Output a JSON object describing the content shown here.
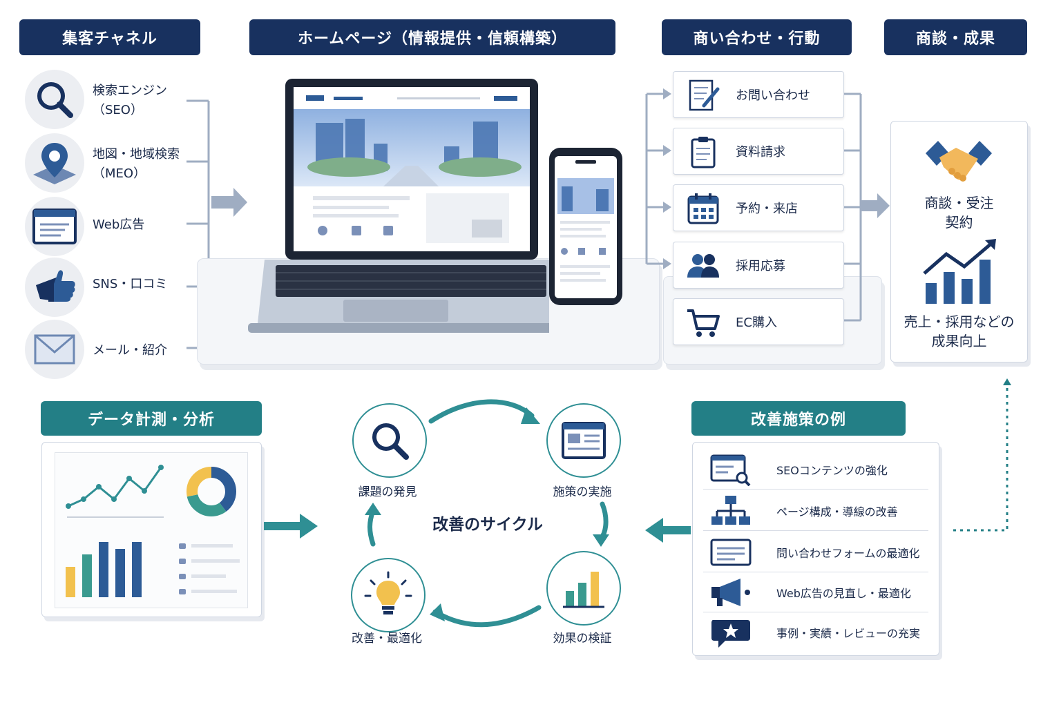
{
  "headers": {
    "channels": "集客チャネル",
    "homepage": "ホームページ（情報提供・信頼構築）",
    "inquiry": "商い合わせ・行動",
    "results": "商談・成果",
    "analysis": "データ計測・分析",
    "improvement": "改善施策の例"
  },
  "channels": [
    {
      "line1": "検索エンジン",
      "line2": "（SEO）",
      "icon": "search-icon"
    },
    {
      "line1": "地図・地域検索",
      "line2": "（MEO）",
      "icon": "map-pin-icon"
    },
    {
      "line1": "Web広告",
      "line2": "",
      "icon": "browser-window-icon"
    },
    {
      "line1": "SNS・口コミ",
      "line2": "",
      "icon": "thumbs-up-icon"
    },
    {
      "line1": "メール・紹介",
      "line2": "",
      "icon": "envelope-icon"
    }
  ],
  "actions": [
    {
      "label": "お問い合わせ",
      "icon": "document-pen-icon"
    },
    {
      "label": "資料請求",
      "icon": "clipboard-icon"
    },
    {
      "label": "予約・来店",
      "icon": "calendar-icon"
    },
    {
      "label": "採用応募",
      "icon": "people-icon"
    },
    {
      "label": "EC購入",
      "icon": "cart-icon"
    }
  ],
  "results": {
    "deal_line1": "商談・受注",
    "deal_line2": "契約",
    "outcome_line1": "売上・採用などの",
    "outcome_line2": "成果向上"
  },
  "cycle": {
    "title": "改善のサイクル",
    "steps": [
      "課題の発見",
      "施策の実施",
      "効果の検証",
      "改善・最適化"
    ]
  },
  "improvements": [
    {
      "label": "SEOコンテンツの強化",
      "icon": "content-search-icon"
    },
    {
      "label": "ページ構成・導線の改善",
      "icon": "sitemap-icon"
    },
    {
      "label": "問い合わせフォームの最適化",
      "icon": "form-icon"
    },
    {
      "label": "Web広告の見直し・最適化",
      "icon": "megaphone-icon"
    },
    {
      "label": "事例・実績・レビューの充実",
      "icon": "star-chat-icon"
    }
  ],
  "colors": {
    "navy": "#18315f",
    "teal": "#237f86",
    "blue": "#2d5b96",
    "yellow": "#f2c14e",
    "green": "#3a9a8f"
  }
}
